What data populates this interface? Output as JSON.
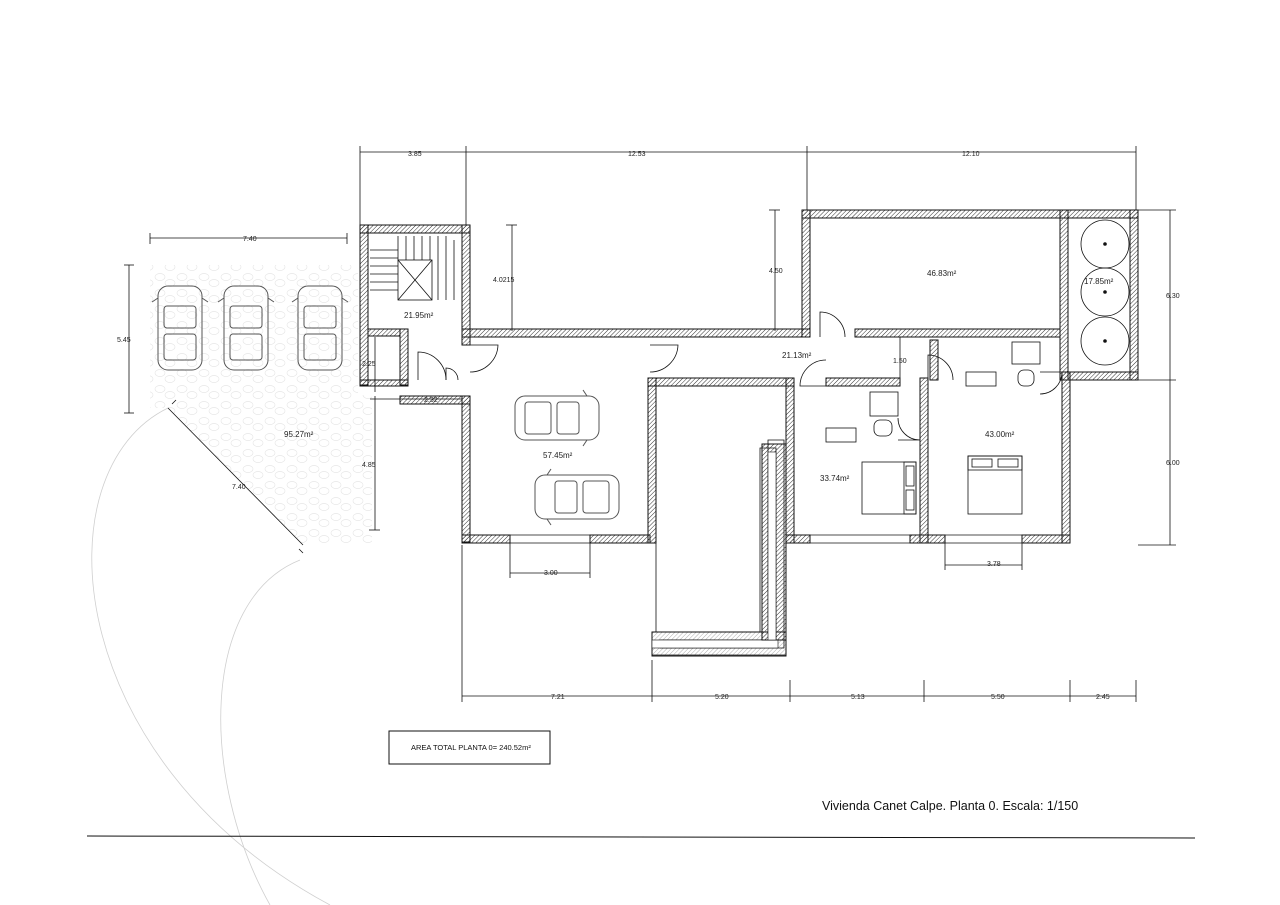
{
  "title": "Vivienda Canet Calpe. Planta 0. Escala: 1/150",
  "total_area_label": "AREA TOTAL PLANTA 0= 240.52m²",
  "rooms": {
    "stair": "21.95m²",
    "garage": "57.45m²",
    "hall": "21.13m²",
    "upper_right": "46.83m²",
    "tank": "17.85m²",
    "bedroom1": "33.74m²",
    "bedroom2": "43.00m²",
    "parking": "95.27m²"
  },
  "dims": {
    "top1": "3.85",
    "top2": "12.53",
    "top3": "12.10",
    "parking_w": "7.40",
    "parking_h": "5.45",
    "diag": "7.40",
    "stair_h": "4.0215",
    "mid_h": "4.50",
    "door_w": "1.50",
    "right_h1": "6.30",
    "right_h2": "6.00",
    "left_h1": "2.25",
    "left_w": "2.32",
    "left_h2": "4.85",
    "garage_door": "3.00",
    "bed_window": "3.78",
    "bot1": "7.21",
    "bot2": "5.20",
    "bot3": "5.13",
    "bot4": "5.50",
    "bot5": "2.45"
  }
}
